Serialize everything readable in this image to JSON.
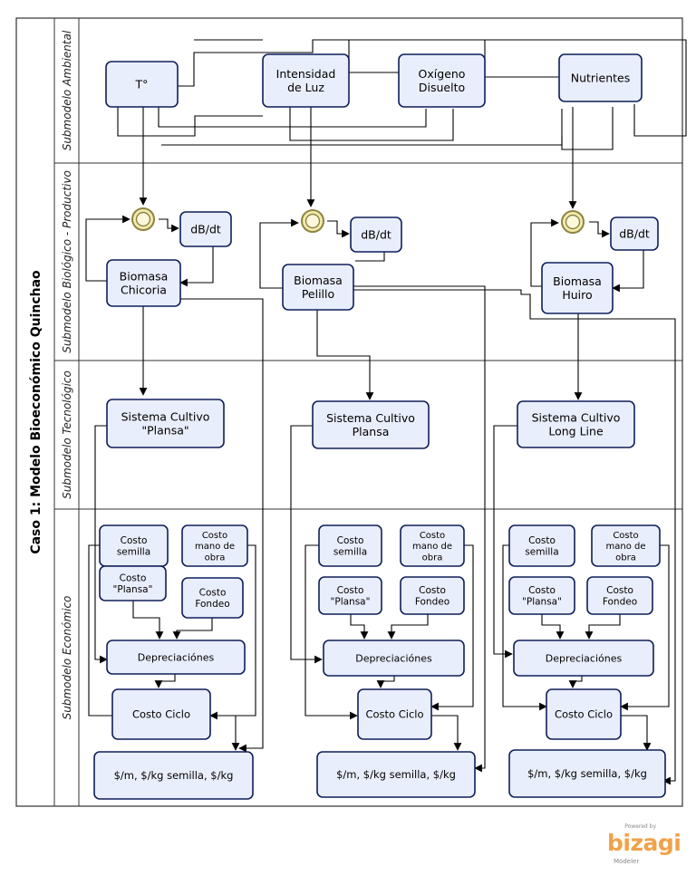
{
  "pool": {
    "title": "Caso 1: Modelo Bioeconómico Quinchao"
  },
  "lanes": [
    {
      "id": "ambiental",
      "title": "Submodelo Ambiental"
    },
    {
      "id": "biologico",
      "title": "Submodelo Biológico - Productivo"
    },
    {
      "id": "tecnologico",
      "title": "Submodelo Tecnológico"
    },
    {
      "id": "economico",
      "title": "Submodelo Económico"
    }
  ],
  "ambiental": {
    "temp": [
      "T°"
    ],
    "luz": [
      "Intensidad",
      "de Luz"
    ],
    "oxigeno": [
      "Oxígeno",
      "Disuelto"
    ],
    "nutrientes": [
      "Nutrientes"
    ]
  },
  "columns": [
    {
      "biomasa": [
        "Biomasa",
        "Chicoria"
      ],
      "dbdt": [
        "dB/dt"
      ],
      "sistema": [
        "Sistema Cultivo",
        "\"Plansa\""
      ],
      "costo_semilla": [
        "Costo",
        "semilla"
      ],
      "costo_mano_obra": [
        "Costo",
        "mano de",
        "obra"
      ],
      "costo_plansa": [
        "Costo",
        "\"Plansa\""
      ],
      "costo_fondeo": [
        "Costo",
        "Fondeo"
      ],
      "depreciaciones": [
        "Depreciaciónes"
      ],
      "costo_ciclo": [
        "Costo Ciclo"
      ],
      "resultado": [
        "$/m, $/kg semilla, $/kg"
      ]
    },
    {
      "biomasa": [
        "Biomasa",
        "Pelillo"
      ],
      "dbdt": [
        "dB/dt"
      ],
      "sistema": [
        "Sistema Cultivo",
        "Plansa"
      ],
      "costo_semilla": [
        "Costo",
        "semilla"
      ],
      "costo_mano_obra": [
        "Costo",
        "mano de",
        "obra"
      ],
      "costo_plansa": [
        "Costo",
        "\"Plansa\""
      ],
      "costo_fondeo": [
        "Costo",
        "Fondeo"
      ],
      "depreciaciones": [
        "Depreciaciónes"
      ],
      "costo_ciclo": [
        "Costo Ciclo"
      ],
      "resultado": [
        "$/m, $/kg semilla, $/kg"
      ]
    },
    {
      "biomasa": [
        "Biomasa",
        "Huiro"
      ],
      "dbdt": [
        "dB/dt"
      ],
      "sistema": [
        "Sistema Cultivo",
        "Long Line"
      ],
      "costo_semilla": [
        "Costo",
        "semilla"
      ],
      "costo_mano_obra": [
        "Costo",
        "mano de",
        "obra"
      ],
      "costo_plansa": [
        "Costo",
        "\"Plansa\""
      ],
      "costo_fondeo": [
        "Costo",
        "Fondeo"
      ],
      "depreciaciones": [
        "Depreciaciónes"
      ],
      "costo_ciclo": [
        "Costo Ciclo"
      ],
      "resultado": [
        "$/m, $/kg semilla, $/kg"
      ]
    }
  ],
  "branding": {
    "powered": "Powered by",
    "logo": "bizagi",
    "product": "Modeler"
  },
  "colors": {
    "task_fill": "#e9eefc",
    "task_stroke": "#0f1f5a",
    "event_fill": "#f2eab0",
    "brand": "#f0a24a"
  }
}
